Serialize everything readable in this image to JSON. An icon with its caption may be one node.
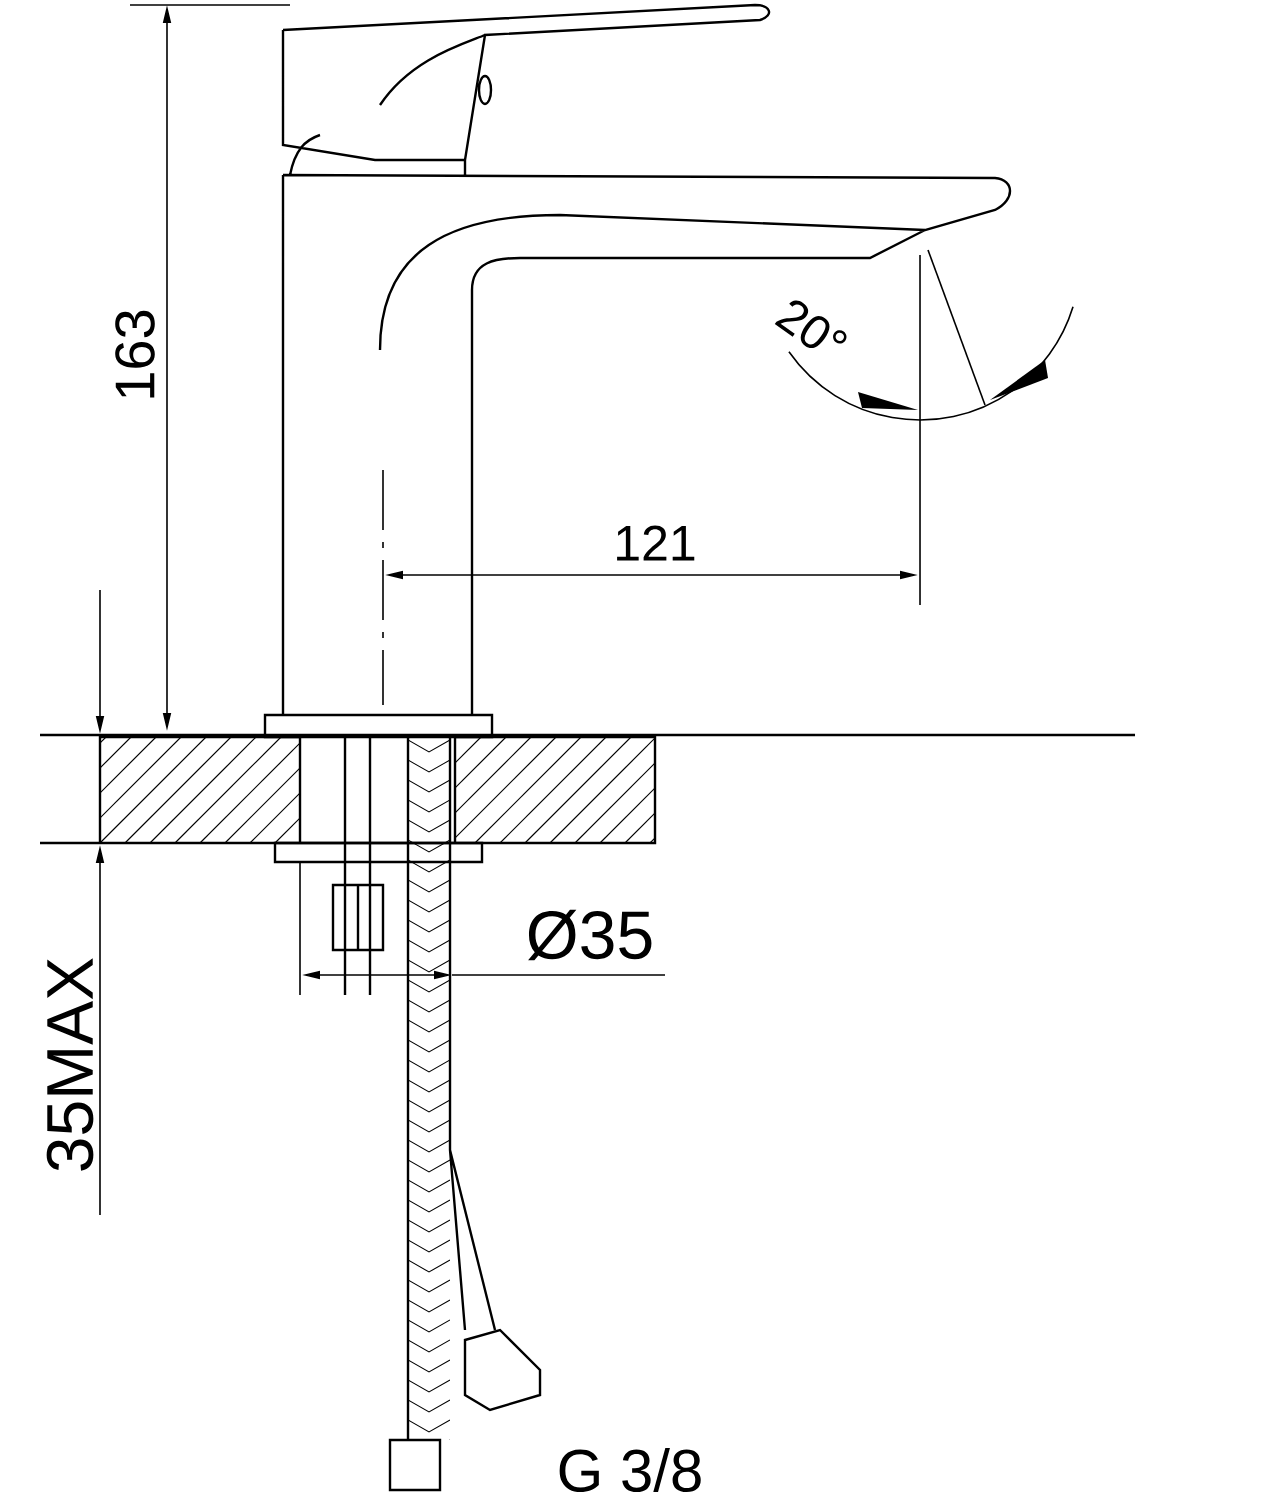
{
  "diagram": {
    "labels": [
      "163",
      "20°",
      "121",
      "Ø35",
      "35MAX",
      "G 3/8"
    ]
  }
}
